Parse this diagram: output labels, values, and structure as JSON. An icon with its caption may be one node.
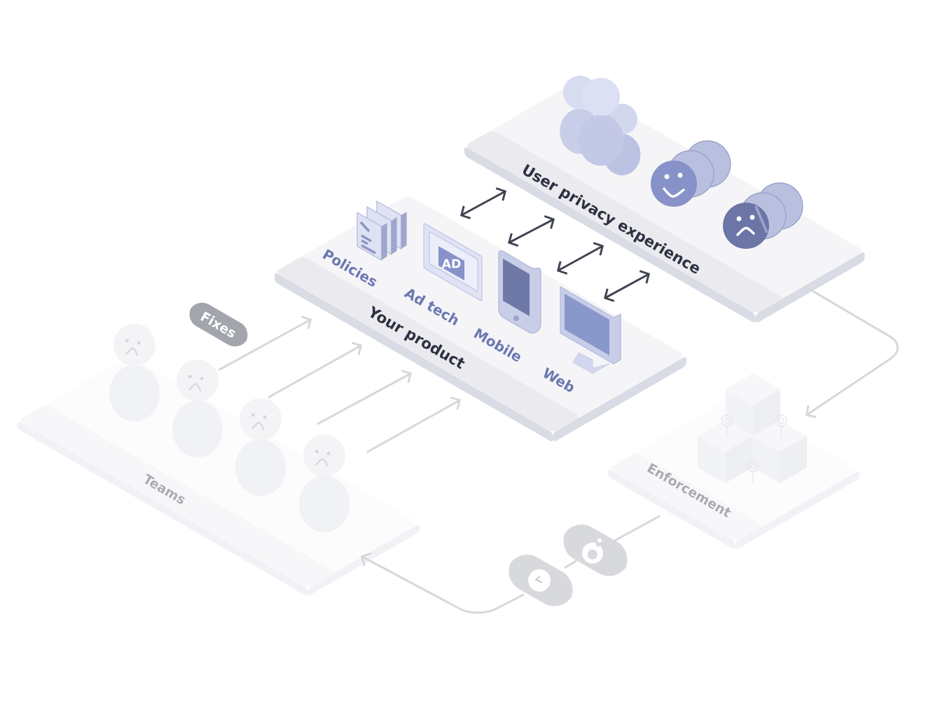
{
  "diagram": {
    "nodes": [
      {
        "text": [
          "User privacy experience"
        ]
      },
      {
        "text": [
          "Your product"
        ]
      },
      {
        "text": [
          "Policies"
        ],
        "in": 1
      },
      {
        "text": [
          "Ad tech"
        ],
        "in": 1
      },
      {
        "text": [
          "Mobile"
        ],
        "in": 1
      },
      {
        "text": [
          "Web"
        ],
        "in": 1
      },
      {
        "text": [
          "Fixes"
        ]
      },
      {
        "text": [
          "Teams"
        ]
      },
      {
        "text": [
          "Enforcement"
        ]
      },
      {
        "text": [],
        "shape": "box"
      },
      {
        "text": [],
        "shape": "box"
      }
    ],
    "edges": [
      {
        "from": 1,
        "to": 0,
        "arrow": "both",
        "color": "#3f4351"
      },
      {
        "from": 1,
        "to": 0,
        "arrow": "both",
        "color": "#3f4351"
      },
      {
        "from": 1,
        "to": 0,
        "arrow": "both",
        "color": "#3f4351"
      },
      {
        "from": 1,
        "to": 0,
        "arrow": "both",
        "color": "#3f4351"
      },
      {
        "from": 7,
        "to": 1,
        "arrow": "to"
      },
      {
        "from": 7,
        "to": 1,
        "arrow": "to"
      },
      {
        "from": 7,
        "to": 1,
        "arrow": "to"
      },
      {
        "from": 7,
        "to": 1,
        "arrow": "to"
      },
      {
        "from": 0,
        "to": 8,
        "arrow": "to"
      },
      {
        "from": 8,
        "to": 9,
        "arrow": "none"
      },
      {
        "from": 9,
        "to": 10,
        "arrow": "none"
      },
      {
        "from": 10,
        "to": 7,
        "arrow": "to"
      }
    ],
    "labels": [
      "AD"
    ]
  }
}
